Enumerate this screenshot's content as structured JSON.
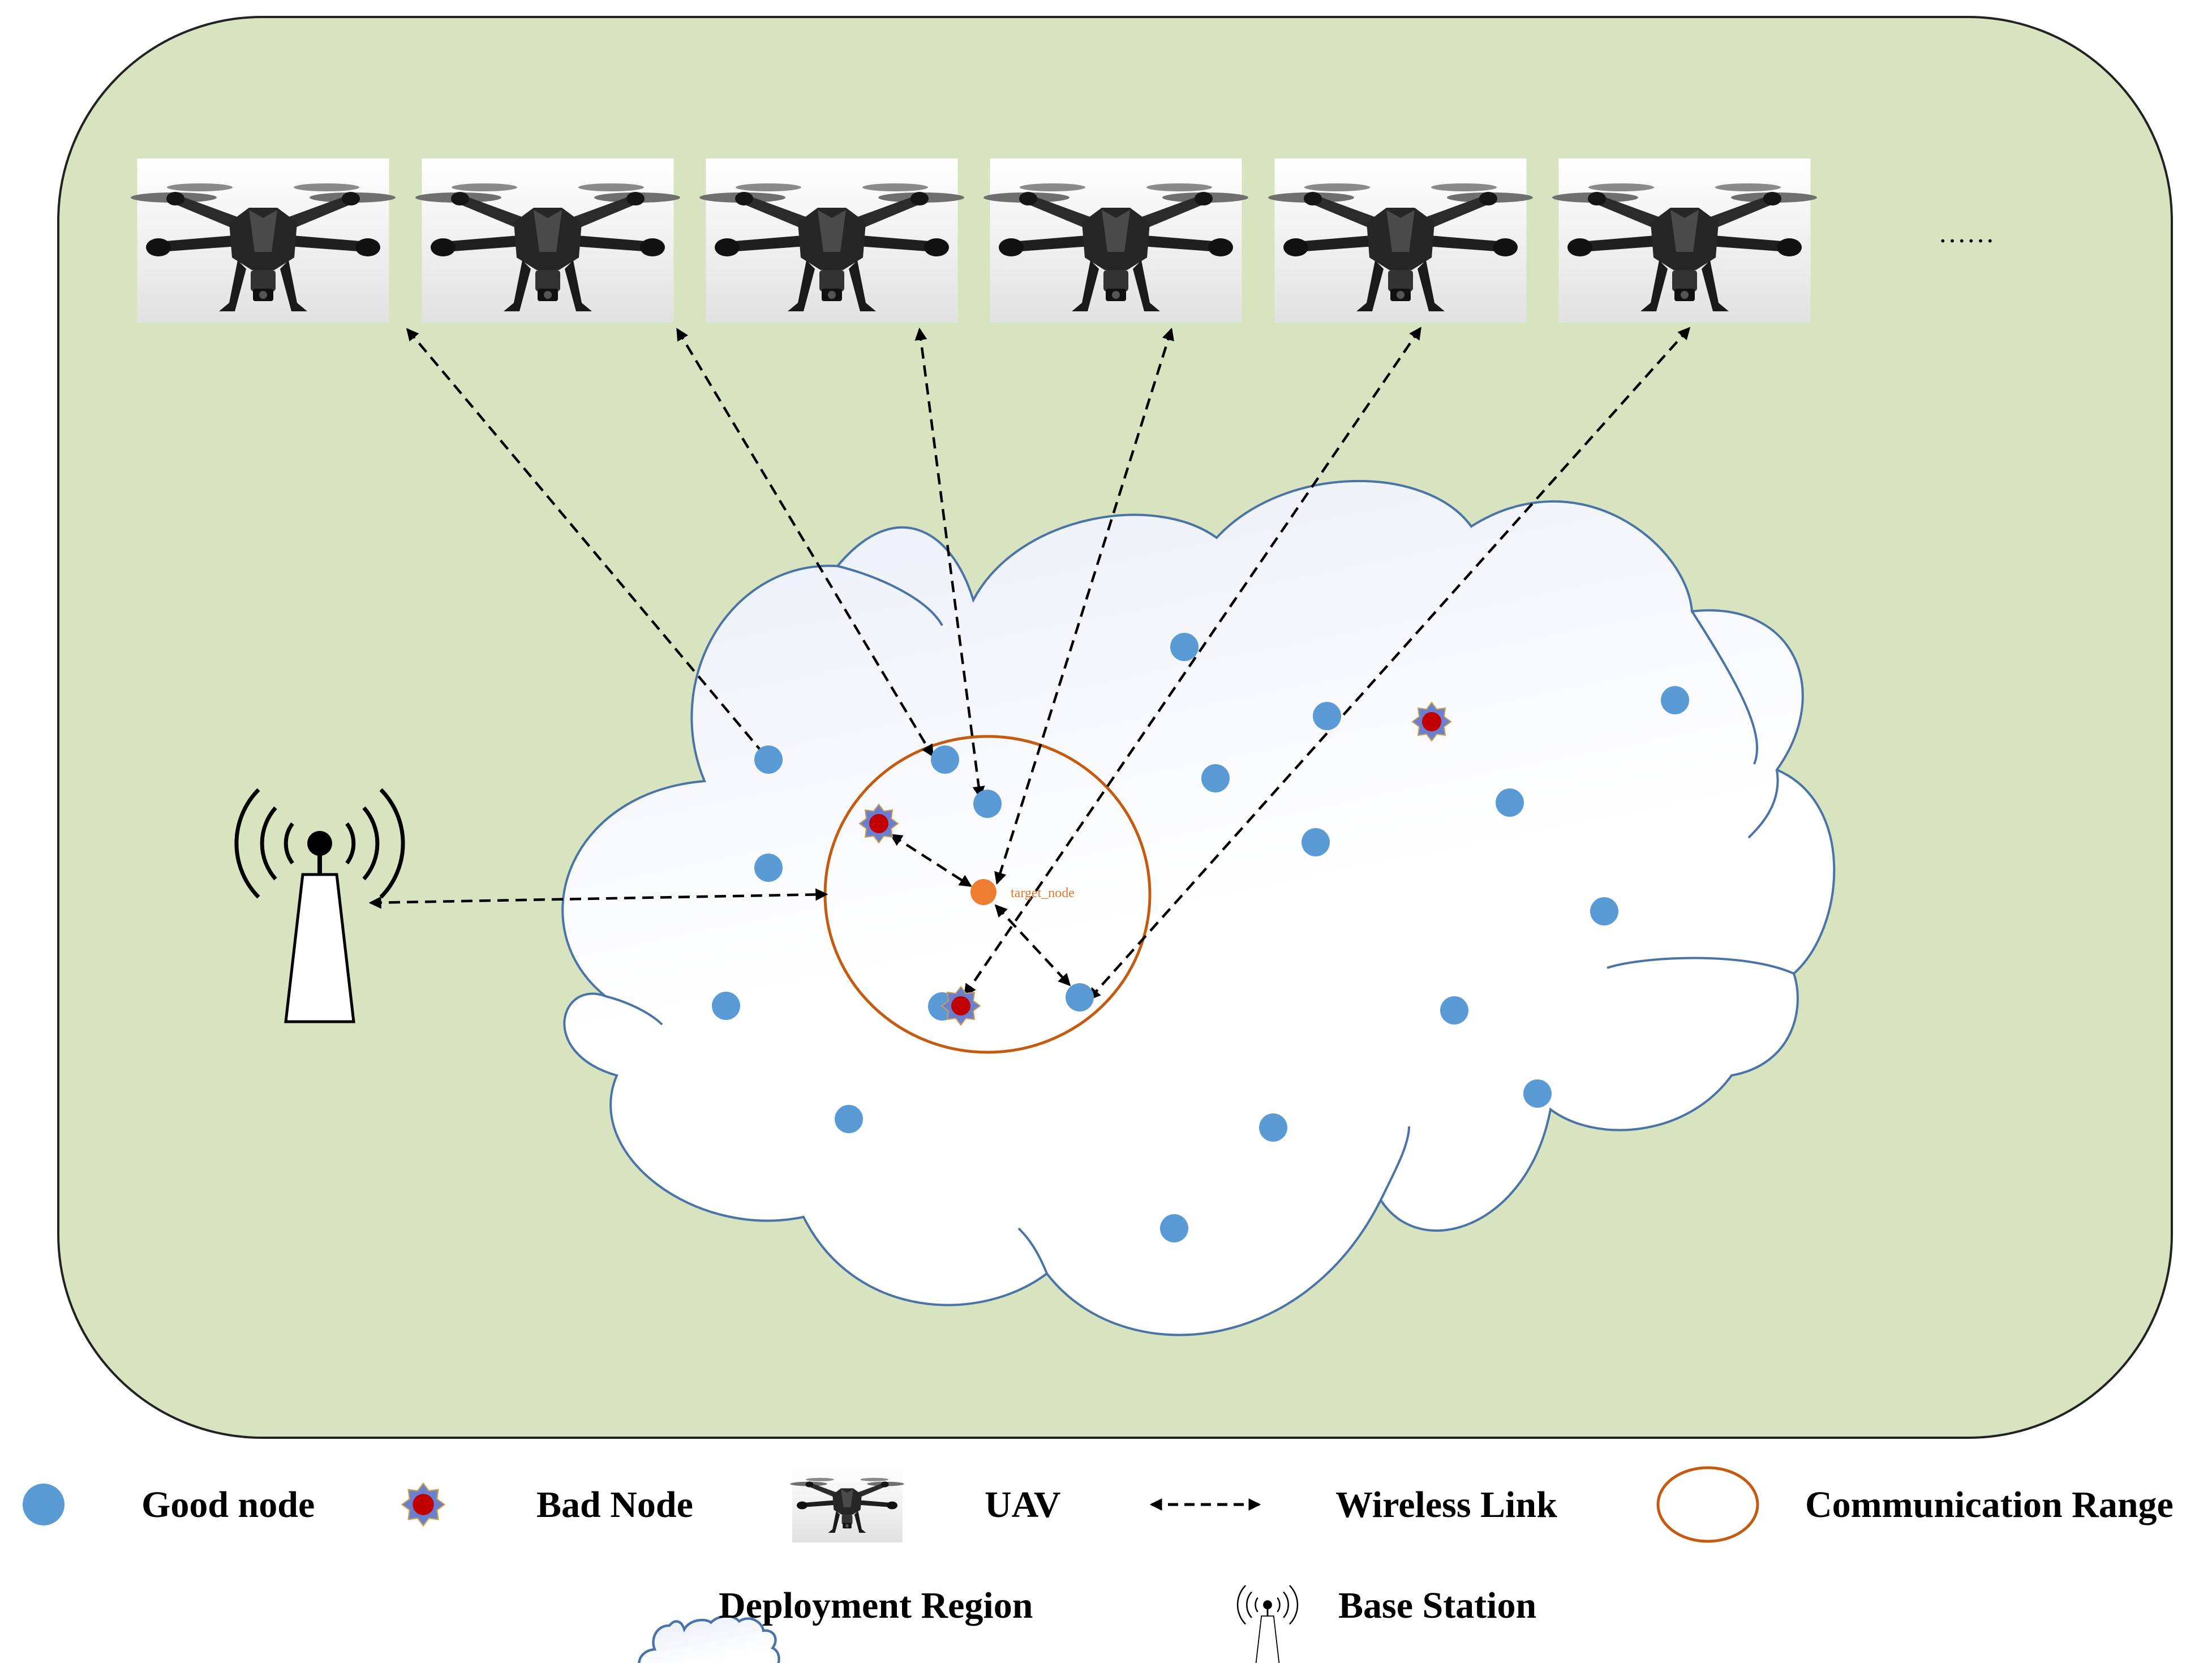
{
  "colors": {
    "panel_fill": "#d8e4bf",
    "panel_stroke": "#222222",
    "cloud_stroke": "#4a73a8",
    "good_node": "#5b9bd5",
    "bad_node_center": "#c00000",
    "bad_node_star": "#6a7fd0",
    "target_node": "#ed7d31",
    "range_circle": "#c55a11",
    "link": "#000000"
  },
  "icons": {
    "uav": "quadcopter-drone-icon",
    "base_station": "radio-tower-icon",
    "good_node": "blue-circle-icon",
    "bad_node": "red-star-node-icon",
    "deployment_region": "cloud-icon"
  },
  "uav_ellipsis": "……",
  "target_node_label": "target_node",
  "nodes": {
    "good": [
      {
        "id": "g1"
      },
      {
        "id": "g2"
      },
      {
        "id": "g3"
      },
      {
        "id": "g4"
      },
      {
        "id": "g5"
      },
      {
        "id": "g6"
      },
      {
        "id": "g7"
      },
      {
        "id": "g8"
      },
      {
        "id": "g9"
      },
      {
        "id": "g10"
      },
      {
        "id": "g11"
      },
      {
        "id": "g12"
      },
      {
        "id": "g13"
      },
      {
        "id": "g14"
      },
      {
        "id": "g15"
      },
      {
        "id": "g16"
      },
      {
        "id": "g17"
      },
      {
        "id": "g18"
      },
      {
        "id": "g19"
      },
      {
        "id": "g20"
      }
    ],
    "bad": [
      {
        "id": "b1"
      },
      {
        "id": "b2"
      },
      {
        "id": "b3"
      }
    ],
    "uav_count": 6
  },
  "legend": {
    "good_node": "Good node",
    "bad_node": "Bad Node",
    "uav": "UAV",
    "wireless_link": "Wireless Link",
    "communication_range": "Communication Range",
    "deployment_region": "Deployment Region",
    "base_station": "Base Station"
  }
}
